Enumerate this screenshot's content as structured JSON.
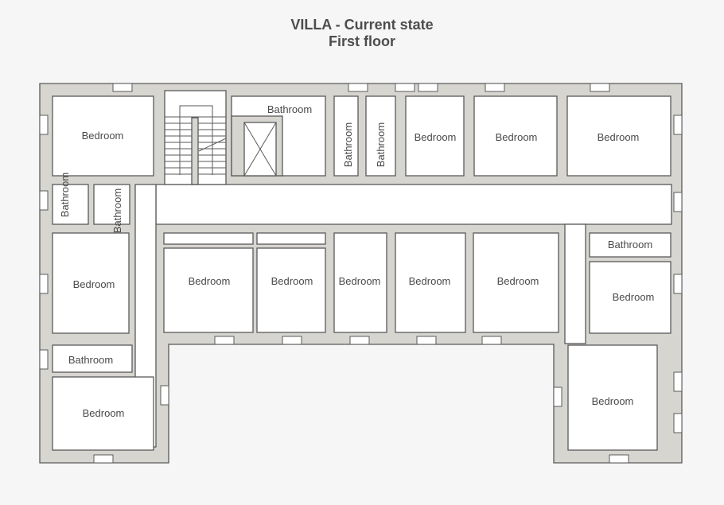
{
  "title": {
    "line1": "VILLA - Current state",
    "line2": "First floor"
  },
  "colors": {
    "wall": "#d6d5d0",
    "room": "#ffffff",
    "line": "#5a5a5a",
    "text": "#4a4a4a",
    "background": "#f6f6f6"
  },
  "rooms": [
    {
      "id": "nw-bedroom",
      "label": "Bedroom"
    },
    {
      "id": "w-bath-1",
      "label": "Bathroom"
    },
    {
      "id": "w-bath-2",
      "label": "Bathroom"
    },
    {
      "id": "w-bedroom",
      "label": "Bedroom"
    },
    {
      "id": "sw-bath",
      "label": "Bathroom"
    },
    {
      "id": "sw-bedroom",
      "label": "Bedroom"
    },
    {
      "id": "n-bath-1",
      "label": "Bathroom"
    },
    {
      "id": "n-bath-2",
      "label": "Bathroom"
    },
    {
      "id": "n-bath-3",
      "label": "Bathroom"
    },
    {
      "id": "n-bedroom-1",
      "label": "Bedroom"
    },
    {
      "id": "n-bedroom-2",
      "label": "Bedroom"
    },
    {
      "id": "ne-bedroom",
      "label": "Bedroom"
    },
    {
      "id": "s-bedroom-1",
      "label": "Bedroom"
    },
    {
      "id": "s-bedroom-2",
      "label": "Bedroom"
    },
    {
      "id": "s-bedroom-3",
      "label": "Bedroom"
    },
    {
      "id": "s-bedroom-4",
      "label": "Bedroom"
    },
    {
      "id": "s-bedroom-5",
      "label": "Bedroom"
    },
    {
      "id": "e-bath",
      "label": "Bathroom"
    },
    {
      "id": "e-bedroom",
      "label": "Bedroom"
    },
    {
      "id": "se-bedroom",
      "label": "Bedroom"
    }
  ]
}
